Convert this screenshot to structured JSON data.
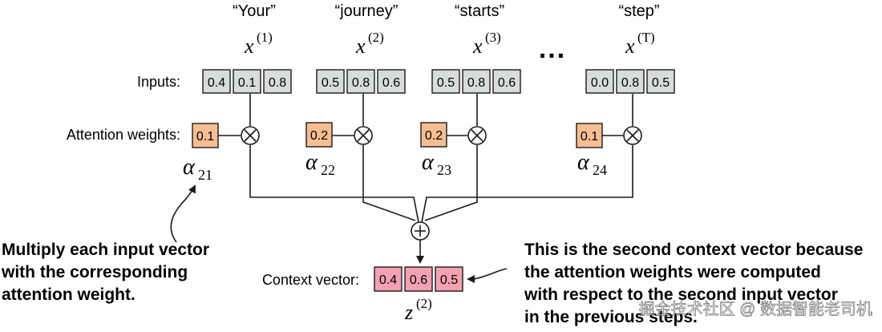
{
  "tokens": [
    {
      "word": "“Your”",
      "xvar": "x",
      "sup": "(1)"
    },
    {
      "word": "“journey”",
      "xvar": "x",
      "sup": "(2)"
    },
    {
      "word": "“starts”",
      "xvar": "x",
      "sup": "(3)"
    },
    {
      "word": "“step”",
      "xvar": "x",
      "sup": "(T)"
    }
  ],
  "ellipsis": "...",
  "labels": {
    "inputs": "Inputs:",
    "attention_weights": "Attention weights:",
    "context_vector": "Context vector:"
  },
  "inputs": [
    [
      "0.4",
      "0.1",
      "0.8"
    ],
    [
      "0.5",
      "0.8",
      "0.6"
    ],
    [
      "0.5",
      "0.8",
      "0.6"
    ],
    [
      "0.0",
      "0.8",
      "0.5"
    ]
  ],
  "weights": [
    {
      "value": "0.1",
      "symbol": "α",
      "sub": "21"
    },
    {
      "value": "0.2",
      "symbol": "α",
      "sub": "22"
    },
    {
      "value": "0.2",
      "symbol": "α",
      "sub": "23"
    },
    {
      "value": "0.1",
      "symbol": "α",
      "sub": "24"
    }
  ],
  "context": {
    "values": [
      "0.4",
      "0.6",
      "0.5"
    ],
    "var": "z",
    "sup": "(2)"
  },
  "operators": {
    "multiply": "⊗",
    "sum": "+"
  },
  "annotations": {
    "left": [
      "Multiply each input vector",
      "with the corresponding",
      "attention weight."
    ],
    "right": [
      "This is the second context vector because",
      "the attention weights were computed",
      "with respect to the second input vector",
      "in the previous steps."
    ]
  },
  "watermark": "掘金技术社区 @ 数据智能老司机",
  "colors": {
    "input_fill": "#d9dcdc",
    "weight_fill": "#f7bd93",
    "context_fill": "#f4a1b1",
    "stroke": "#1a1a1a"
  }
}
